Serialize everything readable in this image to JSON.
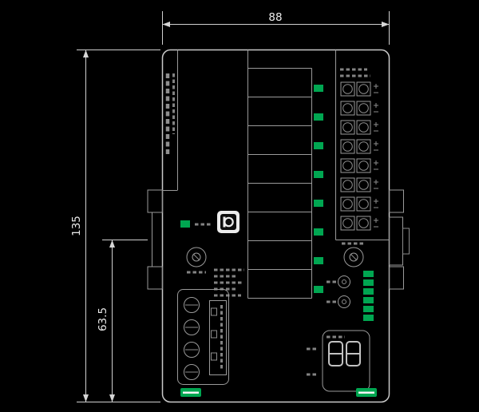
{
  "dimensions": {
    "width": "88",
    "height": "135",
    "partial_height": "63.5"
  },
  "display": {
    "value": "88"
  },
  "counts": {
    "channel_leds": 8,
    "status_leds": 6,
    "terminal_grid_rows": 8,
    "terminal_grid_columns": 2,
    "screw_terminals": 4
  },
  "colors": {
    "background": "#000000",
    "outline": "#c9c9c9",
    "secondary_line": "#9a9a9a",
    "dimension_text": "#ededed",
    "led_green": "#00a651",
    "badge_green": "#00a651",
    "logo_white": "#ececec"
  }
}
